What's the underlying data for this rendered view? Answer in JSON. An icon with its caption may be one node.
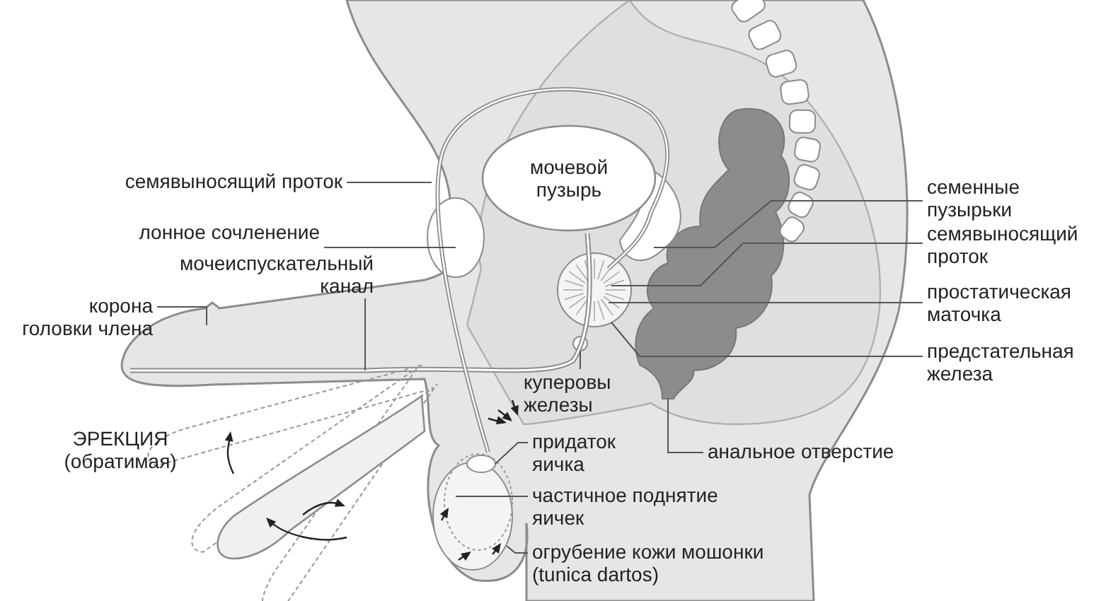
{
  "diagram": {
    "nodes": [
      {
        "text": [
          "мочевой пузырь"
        ]
      },
      {
        "text": [
          "семявыносящий проток"
        ]
      },
      {
        "text": [
          "лонное сочленение"
        ]
      },
      {
        "text": [
          "мочеиспускательный канал"
        ]
      },
      {
        "text": [
          "корона головки члена"
        ]
      },
      {
        "text": [
          "куперовы железы"
        ]
      },
      {
        "text": [
          "придаток яичка"
        ]
      },
      {
        "text": [
          "частичное поднятие яичек"
        ]
      },
      {
        "text": [
          "огрубение кожи мошонки (tunica dartos)"
        ]
      },
      {
        "text": [
          "семенные пузырьки"
        ]
      },
      {
        "text": [
          "семявыносящий проток"
        ]
      },
      {
        "text": [
          "простатическая маточка"
        ]
      },
      {
        "text": [
          "предстательная железа"
        ]
      },
      {
        "text": [
          "анальное отверстие"
        ]
      }
    ],
    "edges": [
      {
        "from": 1,
        "to": null,
        "arrow": "none"
      },
      {
        "from": 2,
        "to": null,
        "arrow": "none"
      },
      {
        "from": 3,
        "to": null,
        "arrow": "none"
      },
      {
        "from": 4,
        "to": null,
        "arrow": "none"
      },
      {
        "from": 5,
        "to": null,
        "arrow": "none"
      },
      {
        "from": 6,
        "to": null,
        "arrow": "none"
      },
      {
        "from": 7,
        "to": null,
        "arrow": "none"
      },
      {
        "from": 8,
        "to": null,
        "arrow": "none"
      },
      {
        "from": 9,
        "to": null,
        "arrow": "none"
      },
      {
        "from": 10,
        "to": null,
        "arrow": "none"
      },
      {
        "from": 11,
        "to": null,
        "arrow": "none"
      },
      {
        "from": 12,
        "to": null,
        "arrow": "none"
      },
      {
        "from": 13,
        "to": null,
        "arrow": "none"
      }
    ],
    "labels": [
      "ЭРЕКЦИЯ (обратимая)"
    ]
  }
}
